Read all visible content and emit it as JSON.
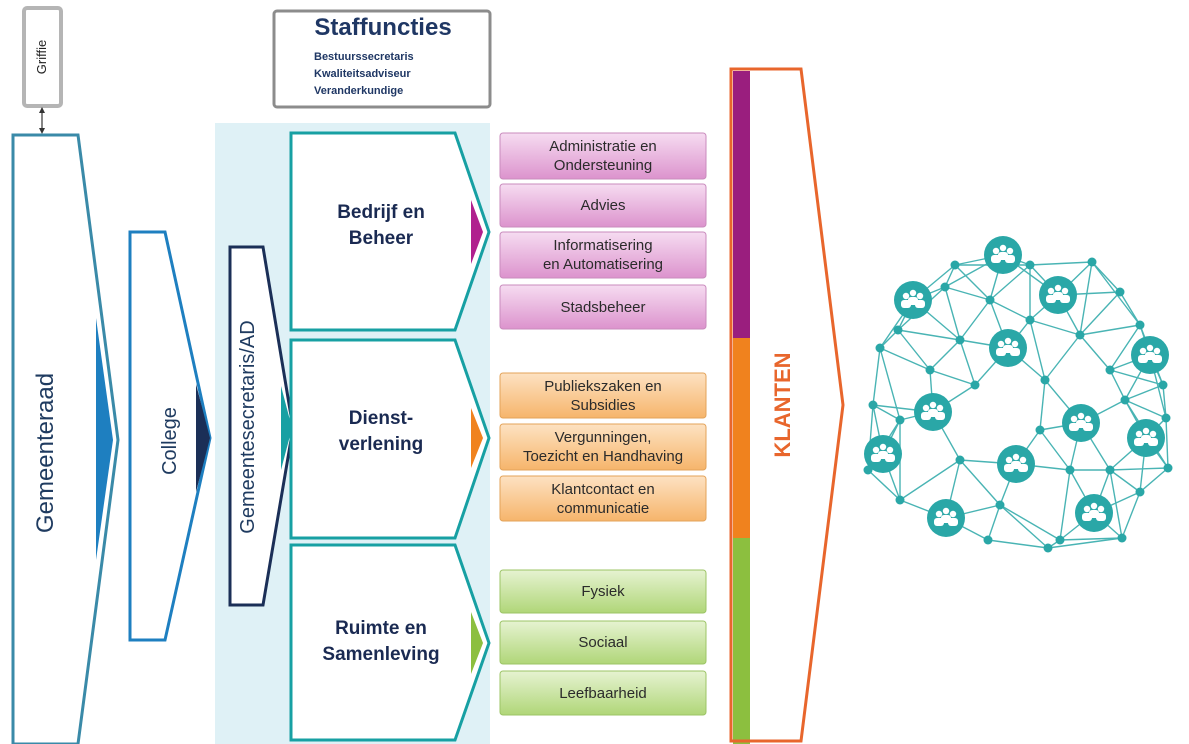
{
  "griffie": "Griffie",
  "gemeenteraad": "Gemeenteraad",
  "college": "College",
  "secretaris": "Gemeentesecretaris/AD",
  "staffuncties": {
    "title": "Staffuncties",
    "items": [
      "Bestuurssecretaris",
      "Kwaliteitsadviseur",
      "Veranderkundige"
    ]
  },
  "departments": [
    {
      "label": "Bedrijf en\nBeheer",
      "accent": "#b0208e",
      "units": [
        "Administratie en\nOndersteuning",
        "Advies",
        "Informatisering\nen Automatisering",
        "Stadsbeheer"
      ]
    },
    {
      "label": "Dienst-\nverlening",
      "accent": "#f0821e",
      "units": [
        "Publiekszaken en\nSubsidies",
        "Vergunningen,\nToezicht en Handhaving",
        "Klantcontact en\ncommunicatie"
      ]
    },
    {
      "label": "Ruimte en\nSamenleving",
      "accent": "#8cbf3f",
      "units": [
        "Fysiek",
        "Sociaal",
        "Leefbaarheid"
      ]
    }
  ],
  "klanten": "KLANTEN",
  "colors": {
    "gemeenteraad_border": "#3a8aa8",
    "college_border": "#1e7fc0",
    "secretaris_border": "#1b2f57",
    "department_border": "#17a0a3",
    "panel_bg": "#dff1f6",
    "klanten_border": "#e8662c",
    "purple_box": "#e8b5df",
    "orange_box": "#f9c98f",
    "green_box": "#c7e39b",
    "network": "#2aa7a7"
  },
  "icons": [
    "people-group-icon",
    "network-node-icon"
  ]
}
